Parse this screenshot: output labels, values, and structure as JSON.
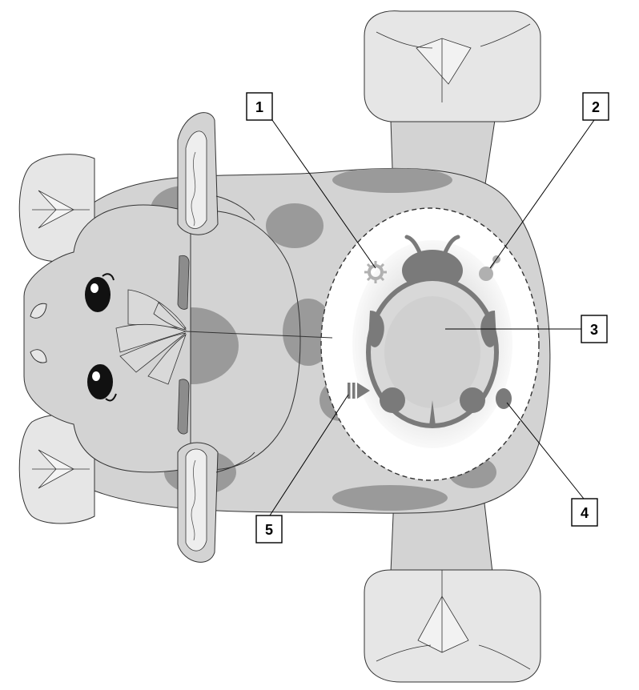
{
  "diagram": {
    "callouts": [
      {
        "id": "1",
        "label": "1",
        "feature": "light-icon"
      },
      {
        "id": "2",
        "label": "2",
        "feature": "music-icon"
      },
      {
        "id": "3",
        "label": "3",
        "feature": "ladybug-button"
      },
      {
        "id": "4",
        "label": "4",
        "feature": "ladybug-spot"
      },
      {
        "id": "5",
        "label": "5",
        "feature": "play-pause-icon"
      }
    ]
  },
  "colors": {
    "body_fill": "#d3d3d3",
    "spot_fill": "#9a9a9a",
    "paw_fill": "#e6e6e6",
    "outline": "#333333",
    "ladybug_fill": "#7a7a7a",
    "panel_fill": "#ffffff"
  }
}
